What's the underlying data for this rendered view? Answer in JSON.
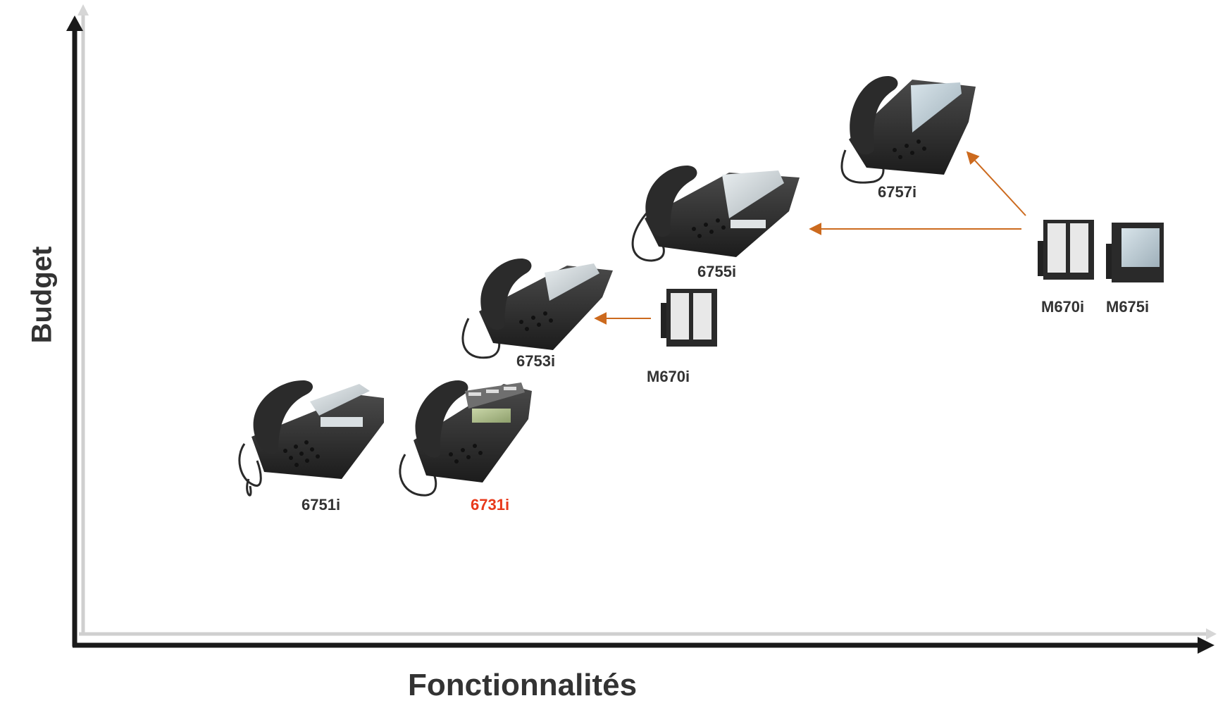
{
  "axes": {
    "x_title": "Fonctionnalités",
    "y_title": "Budget",
    "axis_color": "#1a1a1a",
    "shadow_axis_color": "#c8c8c8"
  },
  "phones": [
    {
      "id": "6751i",
      "label": "6751i",
      "label_color": "#333333",
      "screen": "gray"
    },
    {
      "id": "6731i",
      "label": "6731i",
      "label_color": "#e8391b",
      "screen": "green"
    },
    {
      "id": "6753i",
      "label": "6753i",
      "label_color": "#333333",
      "screen": "gray"
    },
    {
      "id": "6755i",
      "label": "6755i",
      "label_color": "#333333",
      "screen": "gray"
    },
    {
      "id": "6757i",
      "label": "6757i",
      "label_color": "#333333",
      "screen": "gray"
    }
  ],
  "modules": [
    {
      "id": "m670i-a",
      "label": "M670i",
      "type": "keys"
    },
    {
      "id": "m670i-b",
      "label": "M670i",
      "type": "keys"
    },
    {
      "id": "m675i",
      "label": "M675i",
      "type": "screen"
    }
  ],
  "connector_color": "#cc6a1e"
}
